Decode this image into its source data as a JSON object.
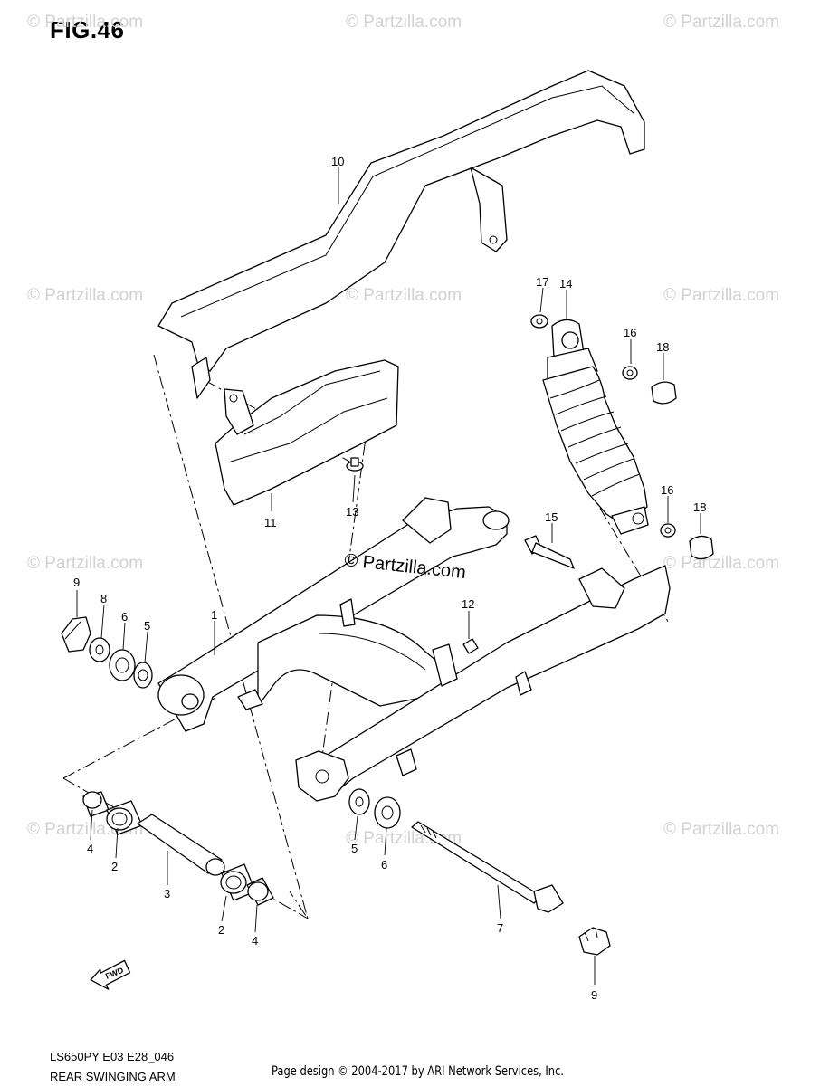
{
  "figure": {
    "title": "FIG.46"
  },
  "callouts": [
    {
      "id": "c10",
      "text": "10"
    },
    {
      "id": "c17",
      "text": "17"
    },
    {
      "id": "c14",
      "text": "14"
    },
    {
      "id": "c16a",
      "text": "16"
    },
    {
      "id": "c18a",
      "text": "18"
    },
    {
      "id": "c13",
      "text": "13"
    },
    {
      "id": "c11",
      "text": "11"
    },
    {
      "id": "c16b",
      "text": "16"
    },
    {
      "id": "c18b",
      "text": "18"
    },
    {
      "id": "c15",
      "text": "15"
    },
    {
      "id": "c9a",
      "text": "9"
    },
    {
      "id": "c8",
      "text": "8"
    },
    {
      "id": "c6a",
      "text": "6"
    },
    {
      "id": "c5a",
      "text": "5"
    },
    {
      "id": "c1",
      "text": "1"
    },
    {
      "id": "c12",
      "text": "12"
    },
    {
      "id": "c4a",
      "text": "4"
    },
    {
      "id": "c2a",
      "text": "2"
    },
    {
      "id": "c3",
      "text": "3"
    },
    {
      "id": "c2b",
      "text": "2"
    },
    {
      "id": "c4b",
      "text": "4"
    },
    {
      "id": "c5b",
      "text": "5"
    },
    {
      "id": "c6b",
      "text": "6"
    },
    {
      "id": "c7",
      "text": "7"
    },
    {
      "id": "c9b",
      "text": "9"
    }
  ],
  "watermark": {
    "repeat_text": "© Partzilla.com",
    "main_text": "© Partzilla.com",
    "color": "#d2d2d2"
  },
  "direction_marker": {
    "text": "FWD",
    "icon": "forward-arrow-icon"
  },
  "footer": {
    "model_code": "LS650PY E03 E28_046",
    "assembly_name": "REAR SWINGING ARM",
    "copyright": "Page design © 2004-2017 by ARI Network Services, Inc."
  }
}
